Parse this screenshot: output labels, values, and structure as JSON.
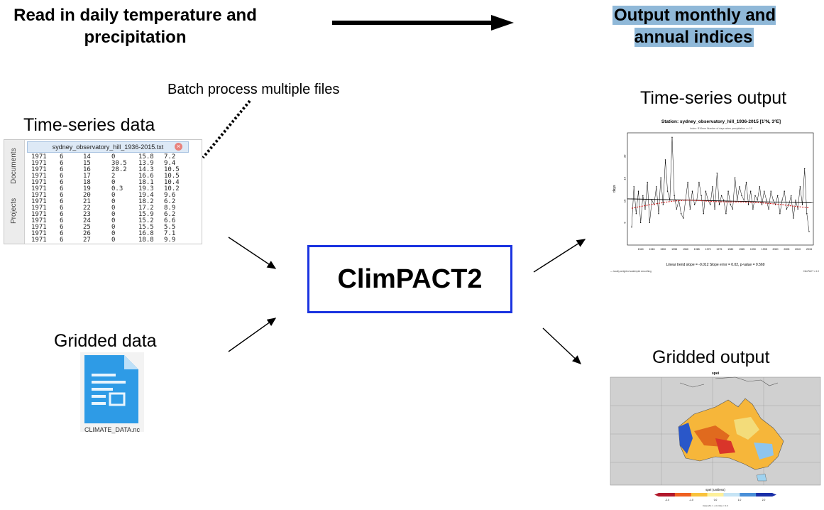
{
  "header": {
    "input_title": "Read in daily temperature and precipitation",
    "output_title": "Output monthly and annual indices"
  },
  "labels": {
    "batch": "Batch process multiple files",
    "timeseries_data": "Time-series data",
    "gridded_data": "Gridded data",
    "climpact": "ClimPACT2",
    "timeseries_output": "Time-series output",
    "gridded_output": "Gridded output"
  },
  "editor": {
    "side_tabs": [
      "Documents",
      "Projects"
    ],
    "tab_title": "sydney_observatory_hill_1936-2015.txt",
    "rows": [
      [
        "1971",
        "6",
        "14",
        "0",
        "15.8",
        "7.2"
      ],
      [
        "1971",
        "6",
        "15",
        "30.5",
        "13.9",
        "9.4"
      ],
      [
        "1971",
        "6",
        "16",
        "28.2",
        "14.3",
        "10.5"
      ],
      [
        "1971",
        "6",
        "17",
        "2",
        "16.6",
        "10.5"
      ],
      [
        "1971",
        "6",
        "18",
        "0",
        "18.1",
        "10.4"
      ],
      [
        "1971",
        "6",
        "19",
        "0.3",
        "19.3",
        "10.2"
      ],
      [
        "1971",
        "6",
        "20",
        "0",
        "19.4",
        "9.6"
      ],
      [
        "1971",
        "6",
        "21",
        "0",
        "18.2",
        "6.2"
      ],
      [
        "1971",
        "6",
        "22",
        "0",
        "17.2",
        "8.9"
      ],
      [
        "1971",
        "6",
        "23",
        "0",
        "15.9",
        "6.2"
      ],
      [
        "1971",
        "6",
        "24",
        "0",
        "15.2",
        "6.6"
      ],
      [
        "1971",
        "6",
        "25",
        "0",
        "15.5",
        "5.5"
      ],
      [
        "1971",
        "6",
        "26",
        "0",
        "16.8",
        "7.1"
      ],
      [
        "1971",
        "6",
        "27",
        "0",
        "18.8",
        "9.9"
      ]
    ]
  },
  "file": {
    "name": "CLIMATE_DATA.nc"
  },
  "ts_chart": {
    "title": "Station: sydney_observatory_hill_1936-2015 [1°N, 3°E]",
    "subtitle": "Index: R10mm Number of days when precipitation >= 10",
    "ylabel": "days",
    "stats": "Linear trend slope = -0.012     Slope error = 0.02,   p-value = 0.569",
    "legend": "— locally weighted scatterplot smoothing",
    "credit": "ClimPACT v 1.0",
    "x_ticks": [
      "1940",
      "1945",
      "1950",
      "1955",
      "1960",
      "1965",
      "1970",
      "1975",
      "1980",
      "1985",
      "1990",
      "1995",
      "2000",
      "2005",
      "2010",
      "2015"
    ],
    "y_ticks": [
      "5",
      "10",
      "15",
      "20"
    ],
    "chart_data": {
      "type": "line",
      "x": [
        1936,
        1937,
        1938,
        1939,
        1940,
        1941,
        1942,
        1943,
        1944,
        1945,
        1946,
        1947,
        1948,
        1949,
        1950,
        1951,
        1952,
        1953,
        1954,
        1955,
        1956,
        1957,
        1958,
        1959,
        1960,
        1961,
        1962,
        1963,
        1964,
        1965,
        1966,
        1967,
        1968,
        1969,
        1970,
        1971,
        1972,
        1973,
        1974,
        1975,
        1976,
        1977,
        1978,
        1979,
        1980,
        1981,
        1982,
        1983,
        1984,
        1985,
        1986,
        1987,
        1988,
        1989,
        1990,
        1991,
        1992,
        1993,
        1994,
        1995,
        1996,
        1997,
        1998,
        1999,
        2000,
        2001,
        2002,
        2003,
        2004,
        2005,
        2006,
        2007,
        2008,
        2009,
        2010,
        2011,
        2012,
        2013,
        2014,
        2015
      ],
      "values": [
        4,
        13,
        7,
        12,
        5,
        11,
        8,
        14,
        5,
        10,
        9,
        13,
        7,
        15,
        9,
        19,
        12,
        10,
        24,
        11,
        8,
        10,
        7,
        6,
        10,
        14,
        8,
        12,
        9,
        10,
        14,
        11,
        7,
        12,
        10,
        9,
        13,
        8,
        16,
        9,
        11,
        10,
        7,
        12,
        9,
        8,
        15,
        10,
        13,
        11,
        10,
        14,
        9,
        12,
        8,
        11,
        10,
        13,
        9,
        12,
        10,
        8,
        12,
        10,
        9,
        11,
        7,
        10,
        12,
        8,
        9,
        11,
        6,
        10,
        8,
        13,
        9,
        17,
        7,
        3
      ],
      "trend": [
        10.3,
        9.4
      ],
      "smooth": [
        8.2,
        8.8,
        9.3,
        9.8,
        10.0,
        9.9,
        9.7,
        9.6,
        9.6,
        9.5,
        9.3,
        9.0,
        8.6,
        8.3
      ],
      "ylim": [
        0,
        25
      ]
    }
  },
  "map_chart": {
    "title": "spei",
    "colorbar_label": "spei (unitless)",
    "colorbar_ticks": [
      "-2.0",
      "-1.0",
      "0.0",
      "1.0",
      "2.0"
    ],
    "colorbar_note": "Data Min = -2.0,  Max = 3.0",
    "colors": [
      "#b2182b",
      "#ef6020",
      "#f9c23c",
      "#fdf09a",
      "#c6e4f5",
      "#4a8fd8",
      "#1a2fa8"
    ]
  }
}
